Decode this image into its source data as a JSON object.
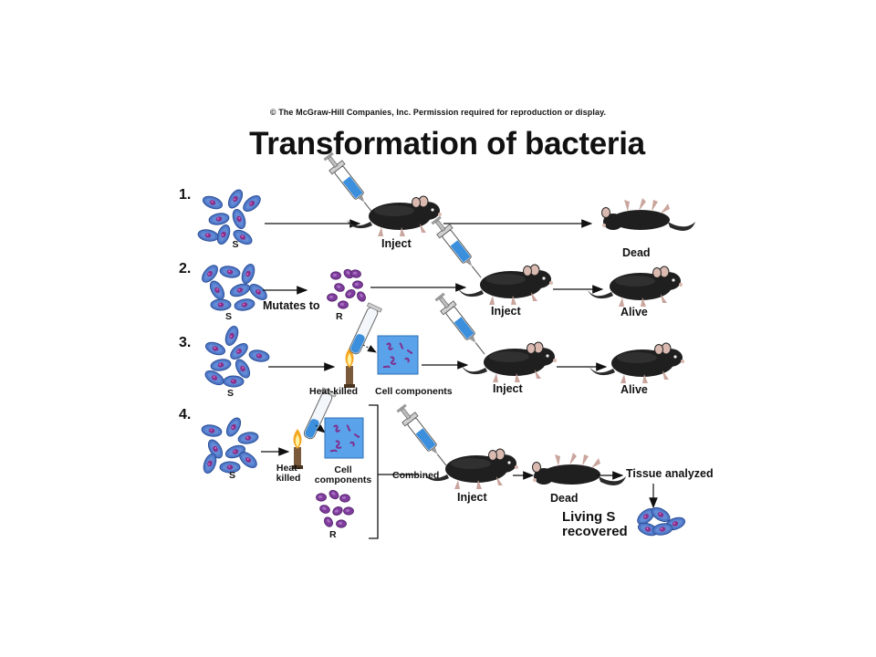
{
  "header": {
    "copyright": "© The McGraw-Hill Companies, Inc. Permission required for reproduction or display.",
    "title": "Transformation of bacteria"
  },
  "experiments": {
    "e1": {
      "number": "1.",
      "strain": "S",
      "action": "Inject",
      "outcome": "Dead"
    },
    "e2": {
      "number": "2.",
      "strain": "S",
      "mutates": "Mutates to",
      "mutant": "R",
      "action": "Inject",
      "outcome": "Alive"
    },
    "e3": {
      "number": "3.",
      "strain": "S",
      "heat": "Heat-killed",
      "components": "Cell components",
      "action": "Inject",
      "outcome": "Alive"
    },
    "e4": {
      "number": "4.",
      "strain": "S",
      "heat": "Heat-\nkilled",
      "components": "Cell\ncomponents",
      "strain_r": "R",
      "combined": "Combined",
      "action": "Inject",
      "outcome": "Dead",
      "analysis": "Tissue analyzed",
      "recovered": "Living S\nrecovered"
    }
  },
  "colors": {
    "s_cell_fill": "#4f79c9",
    "s_cell_nucleus": "#8a2f8a",
    "r_cell_fill": "#7f3c9c",
    "syringe_liquid": "#3c8fdd",
    "mouse_body": "#1f1f1f",
    "mouse_ear": "#d9b9b0",
    "components_box": "#5aa3ea"
  }
}
